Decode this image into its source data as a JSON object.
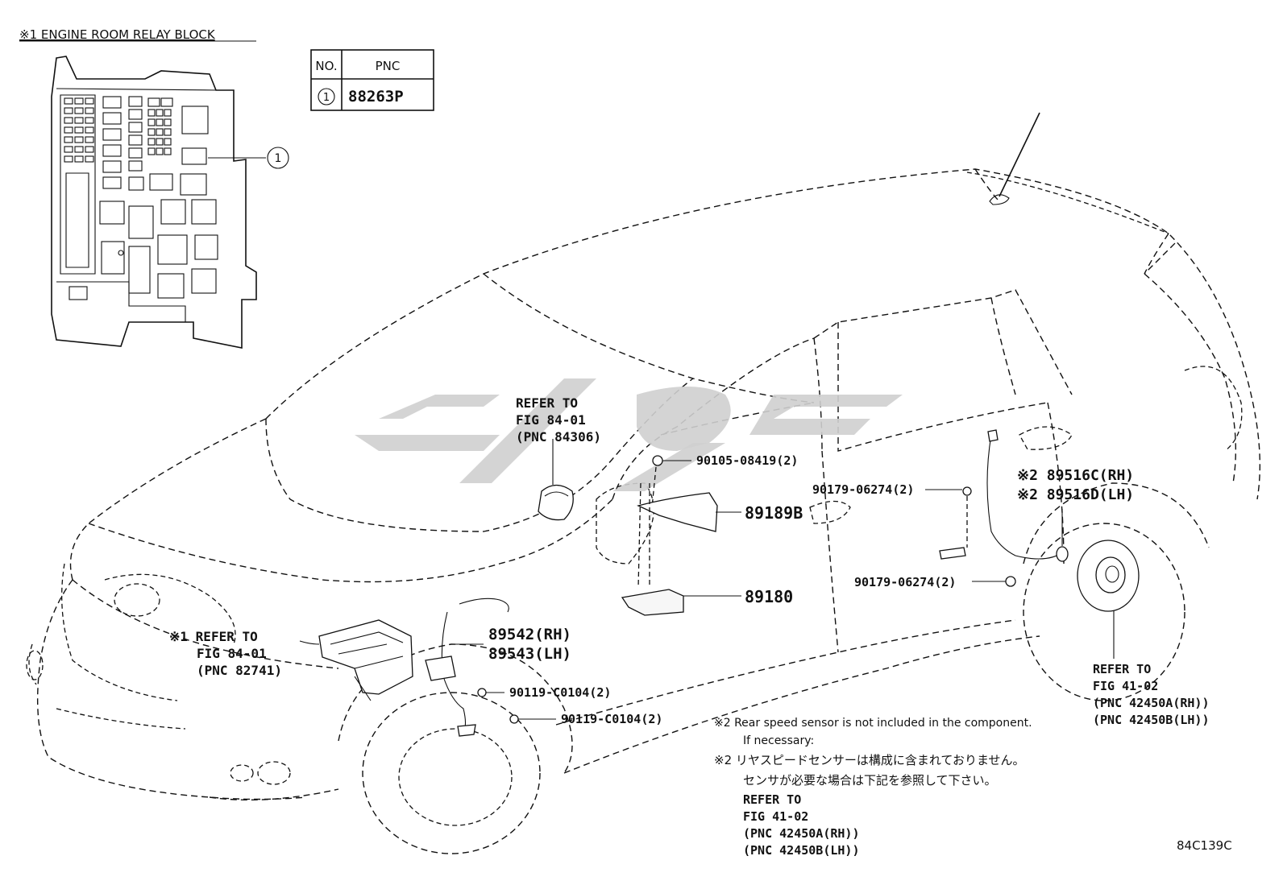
{
  "header": {
    "note_title": "※1 ENGINE ROOM RELAY BLOCK"
  },
  "pnc_table": {
    "col_no": "NO.",
    "col_pnc": "PNC",
    "row_no": "1",
    "row_pnc": "88263P"
  },
  "callouts": {
    "relay_block_marker": "1",
    "refer_steering": [
      "REFER TO",
      "FIG 84-01",
      "(PNC 84306)"
    ],
    "refer_relay": [
      "※1 REFER TO",
      "FIG 84-01",
      "(PNC 82741)"
    ],
    "refer_hub": [
      "REFER TO",
      "FIG 41-02",
      "(PNC 42450A(RH))",
      "(PNC 42450B(LH))"
    ],
    "bolt_upper": "90105-08419(2)",
    "bolt_door_top": "90179-06274(2)",
    "bolt_door_bottom": "90179-06274(2)",
    "bolt_front_1": "90119-C0104(2)",
    "bolt_front_2": "90119-C0104(2)",
    "part_bracket": "89189B",
    "part_ecu": "89180",
    "part_front_rh": "89542(RH)",
    "part_front_lh": "89543(LH)",
    "part_rear_rh": "※2 89516C(RH)",
    "part_rear_lh": "※2 89516D(LH)"
  },
  "notes": {
    "en_line1": "※2 Rear speed sensor is not included in the component.",
    "en_line2": "If necessary:",
    "jp_line1": "※2 リヤスピードセンサーは構成に含まれておりません。",
    "jp_line2": "センサが必要な場合は下記を参照して下さい。",
    "refer": [
      "REFER TO",
      "FIG 41-02",
      "(PNC 42450A(RH))",
      "(PNC 42450B(LH))"
    ]
  },
  "figure_code": "84C139C",
  "watermark": "ζ/9C",
  "colors": {
    "line": "#111111",
    "watermark": "#cfcfcf",
    "background": "#ffffff"
  }
}
